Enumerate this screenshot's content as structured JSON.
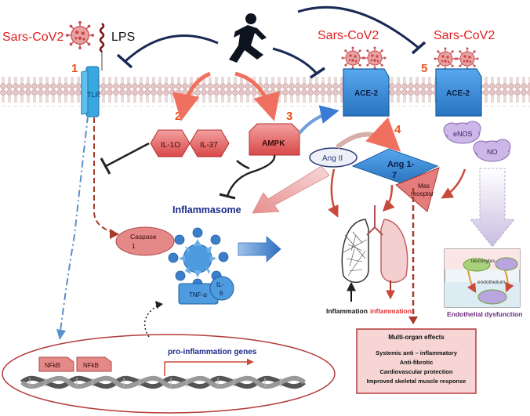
{
  "labels": {
    "sars_left": "Sars-CoV2",
    "lps": "LPS",
    "sars_mid": "Sars-CoV2",
    "sars_right": "Sars-CoV2",
    "tlr": "TLR",
    "ace2_a": "ACE-2",
    "ace2_b": "ACE-2",
    "il10": "IL-1O",
    "il37": "IL-37",
    "ampk": "AMPK",
    "ang2": "Ang II",
    "ang17_a": "Ang 1-",
    "ang17_b": "7",
    "mas_a": "Mas",
    "mas_b": "receptor",
    "enos": "eNOS",
    "no": "NO",
    "inflammasome": "Inflammasome",
    "caspase_a": "Caspase",
    "caspase_b": "1",
    "tnf": "TNF-α",
    "il6_a": "IL-",
    "il6_b": "6",
    "nfkb_1": "NFkB",
    "nfkb_2": "NFkB",
    "pro_genes": "pro-inflammation genes",
    "inflammation_up": "Inflammation",
    "inflammation_down": "inflammation",
    "leucocytes": "leucocytes",
    "endothelium": "endothelium",
    "endothelial_dysfunction": "Endothelial dysfunction"
  },
  "steps": [
    "1",
    "2",
    "3",
    "4",
    "5"
  ],
  "effects": {
    "title": "Multi-organ effects",
    "items": [
      "Systemic anti – inflammatory",
      "Anti-fibrotic",
      "Cardiovascular  protection",
      "Improved skeletal muscle response"
    ]
  },
  "colors": {
    "virus_red": "#e02020",
    "step_orange": "#e8501e",
    "hexagon_red": "#e05b5b",
    "ace_blue": "#2f86d1",
    "membrane_pink": "#d8b0b0",
    "inflammasome_blue": "#2f6fbf",
    "navy": "#1b2a55"
  }
}
